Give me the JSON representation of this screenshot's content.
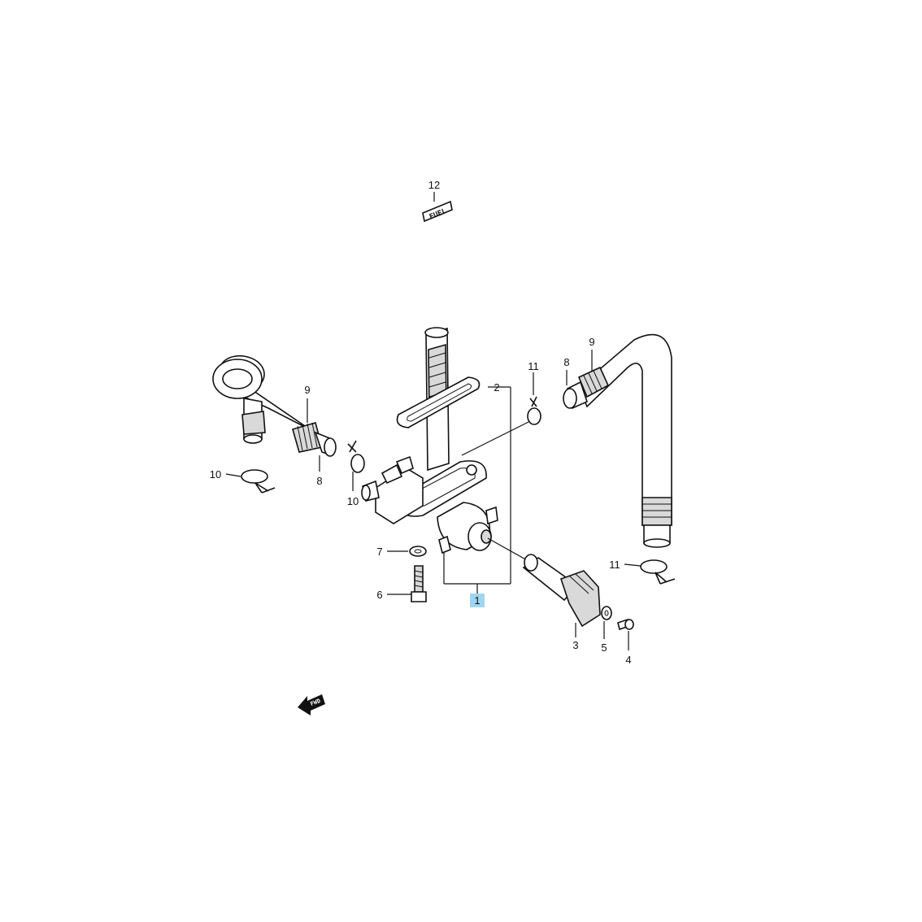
{
  "diagram": {
    "callouts": {
      "c1": "1",
      "c2": "2",
      "c3": "3",
      "c4": "4",
      "c5": "5",
      "c6": "6",
      "c7": "7",
      "c8_left": "8",
      "c8_right": "8",
      "c9_left": "9",
      "c9_right": "9",
      "c10_left": "10",
      "c10_mid": "10",
      "c11_top": "11",
      "c11_right": "11",
      "c12": "12"
    },
    "label_fuel": "FUEL",
    "label_fwd": "FWD",
    "highlight_color": "#9fd6ef"
  }
}
